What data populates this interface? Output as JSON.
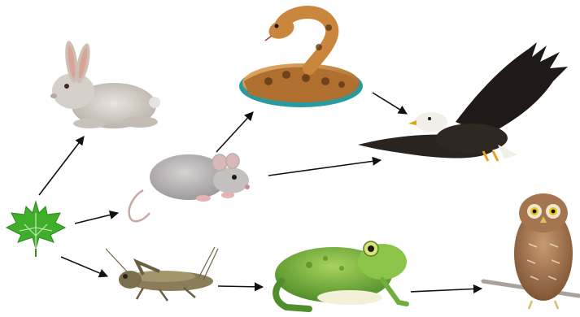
{
  "food_web": {
    "organisms": [
      {
        "id": "leaf",
        "icon": "maple-leaf-icon"
      },
      {
        "id": "rabbit",
        "icon": "rabbit-icon"
      },
      {
        "id": "mouse",
        "icon": "mouse-icon"
      },
      {
        "id": "grasshopper",
        "icon": "grasshopper-icon"
      },
      {
        "id": "snake",
        "icon": "snake-icon"
      },
      {
        "id": "frog",
        "icon": "frog-icon"
      },
      {
        "id": "eagle",
        "icon": "eagle-icon"
      },
      {
        "id": "owl",
        "icon": "owl-icon"
      }
    ],
    "arrows": [
      {
        "from": "leaf",
        "to": "rabbit"
      },
      {
        "from": "leaf",
        "to": "mouse"
      },
      {
        "from": "leaf",
        "to": "grasshopper"
      },
      {
        "from": "mouse",
        "to": "snake"
      },
      {
        "from": "mouse",
        "to": "eagle"
      },
      {
        "from": "snake",
        "to": "eagle"
      },
      {
        "from": "grasshopper",
        "to": "frog"
      },
      {
        "from": "frog",
        "to": "owl"
      }
    ],
    "colors": {
      "background": "#ffffff",
      "arrow": "#111111",
      "leaf": "#3fae2a",
      "rabbit": "#cfc9c4",
      "mouse": "#b9b4b5",
      "grasshopper": "#8a7d5a",
      "snake": "#c98a3c",
      "frog": "#6fae3a",
      "eagle": "#2a2420",
      "owl": "#9a6b45"
    }
  }
}
